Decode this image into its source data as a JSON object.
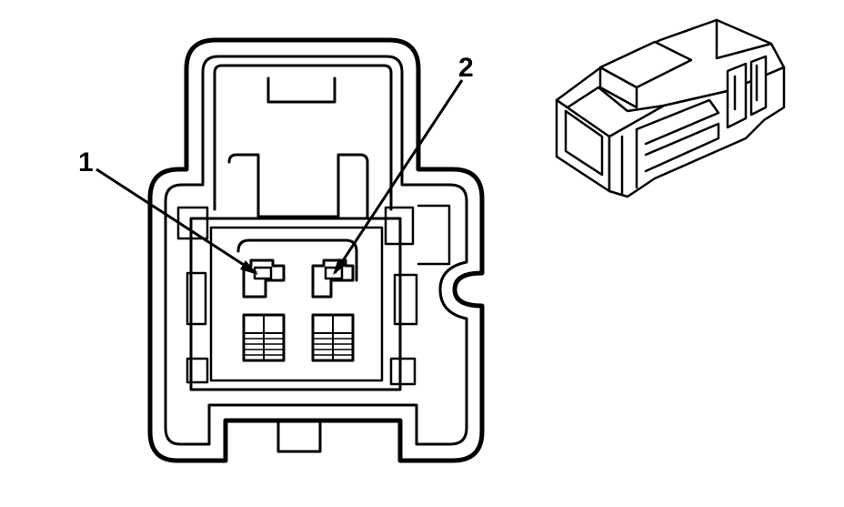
{
  "diagram": {
    "callouts": [
      {
        "id": "pin-1",
        "label": "1"
      },
      {
        "id": "pin-2",
        "label": "2"
      }
    ],
    "colors": {
      "background": "#ffffff",
      "line": "#000000",
      "shade": "#d9d9d9"
    }
  }
}
